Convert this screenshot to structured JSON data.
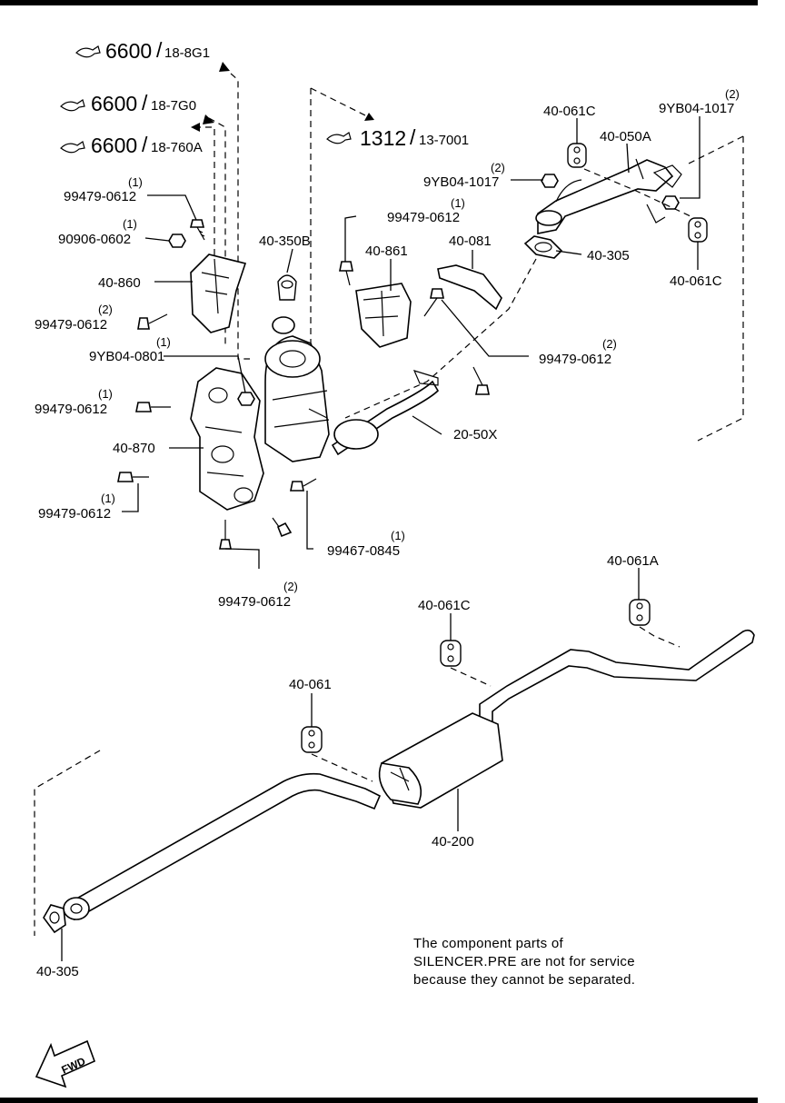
{
  "refs": [
    {
      "section": "6600",
      "code": "18-8G1"
    },
    {
      "section": "6600",
      "code": "18-7G0"
    },
    {
      "section": "6600",
      "code": "18-760A"
    },
    {
      "section": "1312",
      "code": "13-7001"
    }
  ],
  "slash": "/",
  "labels": {
    "p_99479_0612_top": {
      "qty": "(1)",
      "pn": "99479-0612"
    },
    "p_90906_0602": {
      "qty": "(1)",
      "pn": "90906-0602"
    },
    "p_40_860": {
      "pn": "40-860"
    },
    "p_99479_0612_left2": {
      "qty": "(2)",
      "pn": "99479-0612"
    },
    "p_9yb04_0801": {
      "qty": "(1)",
      "pn": "9YB04-0801"
    },
    "p_99479_0612_left1": {
      "qty": "(1)",
      "pn": "99479-0612"
    },
    "p_40_870": {
      "pn": "40-870"
    },
    "p_99479_0612_low1": {
      "qty": "(1)",
      "pn": "99479-0612"
    },
    "p_99479_0612_bottom2": {
      "qty": "(2)",
      "pn": "99479-0612"
    },
    "p_40_350b": {
      "pn": "40-350B"
    },
    "p_99479_0612_mid": {
      "qty": "(1)",
      "pn": "99479-0612"
    },
    "p_40_861": {
      "pn": "40-861"
    },
    "p_40_081": {
      "pn": "40-081"
    },
    "p_99479_0612_right2": {
      "qty": "(2)",
      "pn": "99479-0612"
    },
    "p_20_50x": {
      "pn": "20-50X"
    },
    "p_99467_0845": {
      "qty": "(1)",
      "pn": "99467-0845"
    },
    "p_40_061c_top": {
      "pn": "40-061C"
    },
    "p_40_050a": {
      "pn": "40-050A"
    },
    "p_9yb04_1017_right": {
      "qty": "(2)",
      "pn": "9YB04-1017"
    },
    "p_9yb04_1017_mid": {
      "qty": "(2)",
      "pn": "9YB04-1017"
    },
    "p_40_305_top": {
      "pn": "40-305"
    },
    "p_40_061c_right": {
      "pn": "40-061C"
    },
    "p_40_061a": {
      "pn": "40-061A"
    },
    "p_40_061c_low": {
      "pn": "40-061C"
    },
    "p_40_061": {
      "pn": "40-061"
    },
    "p_40_200": {
      "pn": "40-200"
    },
    "p_40_305_bottom": {
      "pn": "40-305"
    }
  },
  "note": {
    "line1": "The  component  parts  of",
    "line2": "SILENCER.PRE  are  not  for  service",
    "line3": "because  they  cannot  be  separated."
  },
  "fwd": "FWD"
}
